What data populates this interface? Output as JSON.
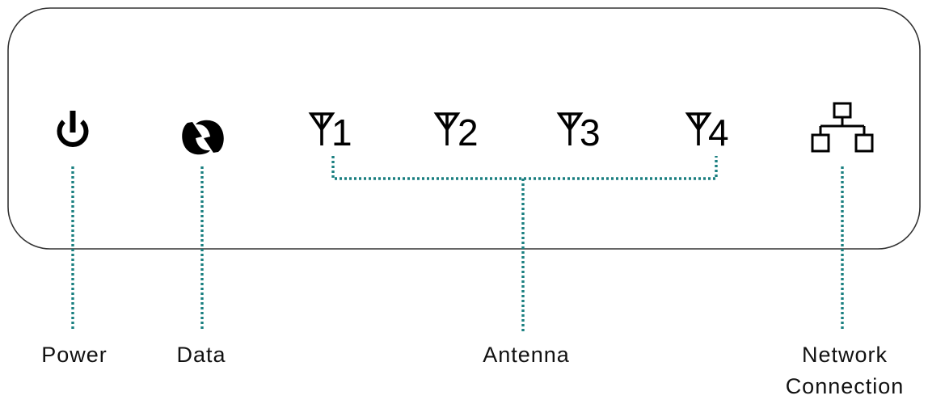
{
  "leds": {
    "power": {
      "icon": "power-icon",
      "label": "Power"
    },
    "data": {
      "icon": "data-arrows-icon",
      "label": "Data"
    },
    "antennas": [
      {
        "icon": "antenna-icon",
        "number": "1"
      },
      {
        "icon": "antenna-icon",
        "number": "2"
      },
      {
        "icon": "antenna-icon",
        "number": "3"
      },
      {
        "icon": "antenna-icon",
        "number": "4"
      }
    ],
    "antenna_label": "Antenna",
    "network": {
      "icon": "network-icon",
      "label_line1": "Network",
      "label_line2": "Connection"
    }
  },
  "colors": {
    "leader_line": "#1a7f80",
    "panel_border": "#333333",
    "icon": "#000000"
  }
}
